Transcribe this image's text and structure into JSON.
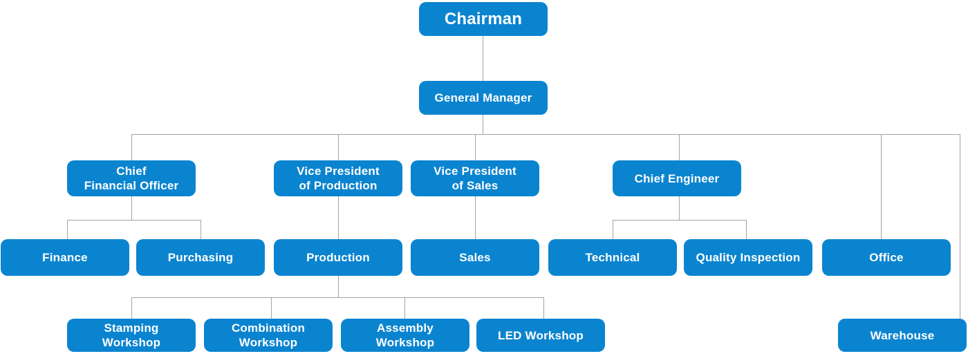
{
  "colors": {
    "node_fill": "#0b84d0",
    "node_text": "#ffffff",
    "connector": "#a3a3a3",
    "background": "#ffffff"
  },
  "nodes": {
    "chairman": {
      "l1": "Chairman"
    },
    "general_manager": {
      "l1": "General Manager"
    },
    "cfo": {
      "l1": "Chief",
      "l2": "Financial Officer"
    },
    "vp_production": {
      "l1": "Vice President",
      "l2": "of Production"
    },
    "vp_sales": {
      "l1": "Vice President",
      "l2": "of Sales"
    },
    "chief_engineer": {
      "l1": "Chief Engineer"
    },
    "finance": {
      "l1": "Finance"
    },
    "purchasing": {
      "l1": "Purchasing"
    },
    "production": {
      "l1": "Production"
    },
    "sales": {
      "l1": "Sales"
    },
    "technical": {
      "l1": "Technical"
    },
    "quality_inspection": {
      "l1": "Quality Inspection"
    },
    "office": {
      "l1": "Office"
    },
    "stamping_workshop": {
      "l1": "Stamping",
      "l2": "Workshop"
    },
    "combination_workshop": {
      "l1": "Combination",
      "l2": "Workshop"
    },
    "assembly_workshop": {
      "l1": "Assembly",
      "l2": "Workshop"
    },
    "led_workshop": {
      "l1": "LED Workshop"
    },
    "warehouse": {
      "l1": "Warehouse"
    }
  },
  "edges": [
    [
      "Chairman",
      "General Manager"
    ],
    [
      "General Manager",
      "Chief Financial Officer"
    ],
    [
      "General Manager",
      "Vice President of Production"
    ],
    [
      "General Manager",
      "Vice President of Sales"
    ],
    [
      "General Manager",
      "Chief Engineer"
    ],
    [
      "General Manager",
      "Office"
    ],
    [
      "General Manager",
      "Warehouse"
    ],
    [
      "Chief Financial Officer",
      "Finance"
    ],
    [
      "Chief Financial Officer",
      "Purchasing"
    ],
    [
      "Vice President of Production",
      "Production"
    ],
    [
      "Vice President of Sales",
      "Sales"
    ],
    [
      "Chief Engineer",
      "Technical"
    ],
    [
      "Chief Engineer",
      "Quality Inspection"
    ],
    [
      "Production",
      "Stamping Workshop"
    ],
    [
      "Production",
      "Combination Workshop"
    ],
    [
      "Production",
      "Assembly Workshop"
    ],
    [
      "Production",
      "LED Workshop"
    ]
  ]
}
